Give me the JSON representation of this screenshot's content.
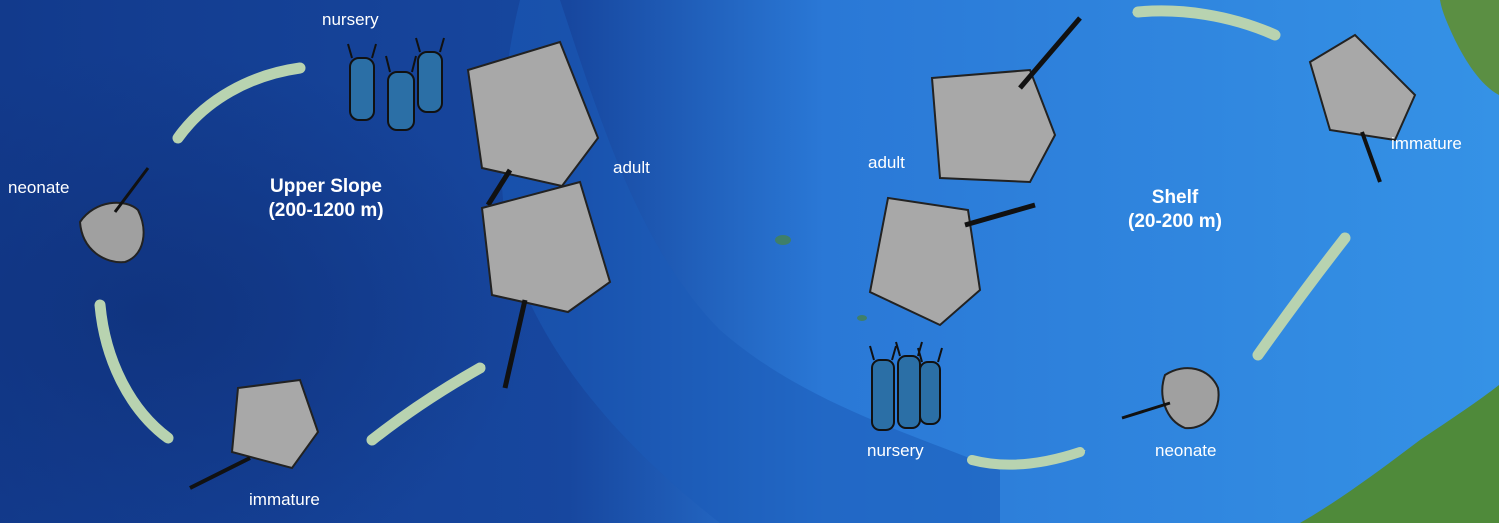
{
  "upper_slope": {
    "zone_name": "Upper Slope",
    "depth_range": "(200-1200 m)",
    "stages": {
      "nursery": "nursery",
      "neonate": "neonate",
      "immature": "immature",
      "adult": "adult"
    }
  },
  "shelf": {
    "zone_name": "Shelf",
    "depth_range": "(20-200 m)",
    "stages": {
      "nursery": "nursery",
      "neonate": "neonate",
      "immature": "immature",
      "adult": "adult"
    }
  },
  "colors": {
    "deep_water": "#123a8c",
    "mid_water": "#1f5fc0",
    "shelf_water": "#2f8fe6",
    "arrow": "#b8d3b0",
    "skate_fill": "#a8a8a8",
    "egg_case": "#2b6fa6",
    "land": "#4f8a3a",
    "text": "#ffffff"
  }
}
